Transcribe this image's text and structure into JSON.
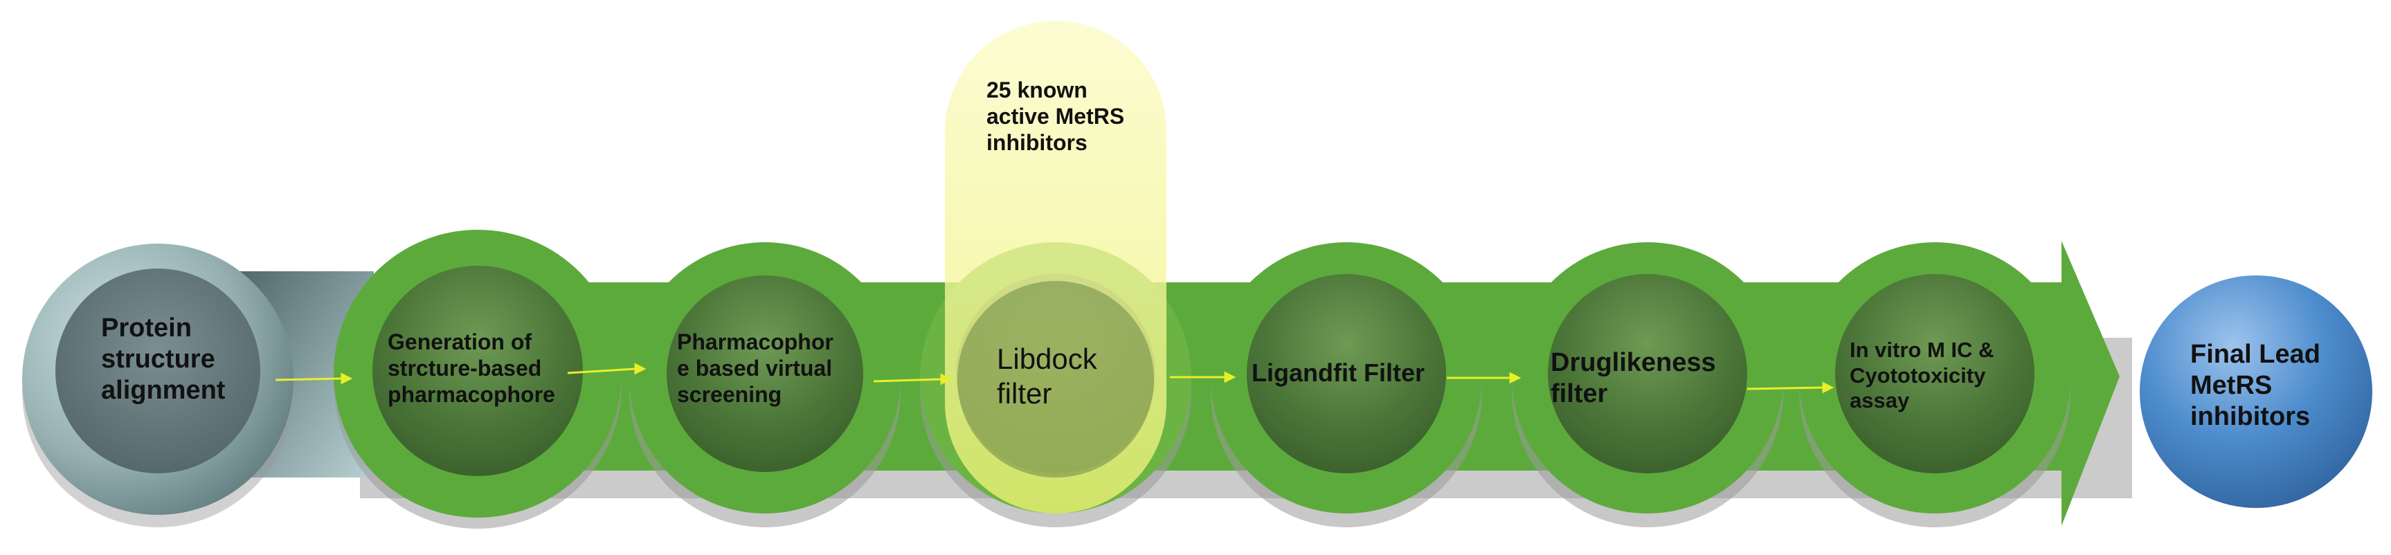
{
  "steps": [
    {
      "id": "protein",
      "label": "Protein\nstructure\nalignment"
    },
    {
      "id": "generation",
      "label": "Generation of\nstrcture-based\npharmacophore"
    },
    {
      "id": "pharmacophore",
      "label": "Pharmacophor\ne based virtual\nscreening"
    },
    {
      "id": "libdock",
      "label": "Libdock\nfilter"
    },
    {
      "id": "ligandfit",
      "label": "Ligandfit Filter"
    },
    {
      "id": "druglikeness",
      "label": "Druglikeness\nfilter"
    },
    {
      "id": "invitro",
      "label": "In vitro M IC &\nCyototoxicity\nassay"
    },
    {
      "id": "final",
      "label": "Final Lead\nMetRS\ninhibitors"
    }
  ],
  "callout": {
    "label": "25 known\nactive MetRS\ninhibitors"
  },
  "colors": {
    "green_band": "#5daa3c",
    "green_circle": "#4e7c3a",
    "grey_start": "#8aa5a8",
    "blue_final": "#3f7fc0",
    "yellow_callout": "#f7f79a",
    "connector": "#e8ef2a"
  }
}
